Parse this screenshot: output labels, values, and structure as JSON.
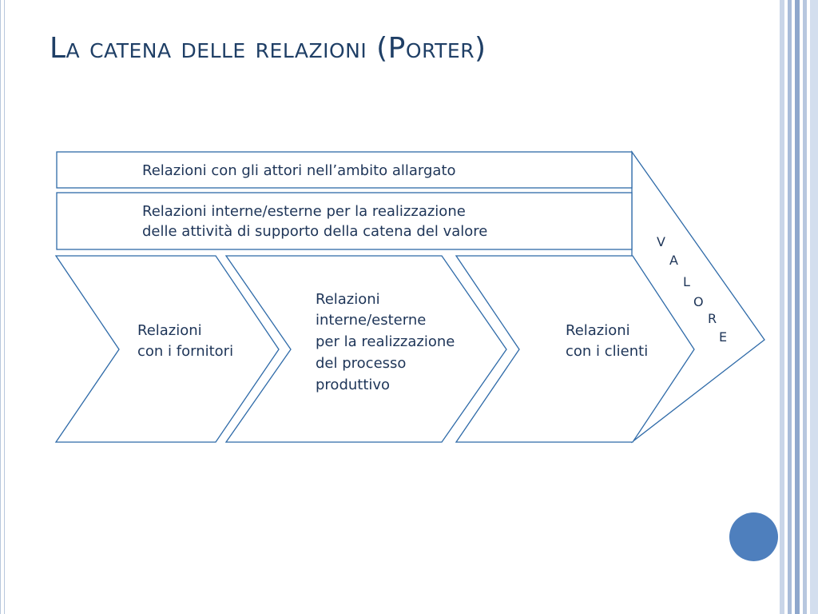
{
  "title": "La catena delle relazioni (Porter)",
  "diagram": {
    "band_top": "Relazioni con gli attori nell’ambito allargato",
    "band_support": [
      "Relazioni interne/esterne per la realizzazione",
      "delle attività di supporto della catena del valore"
    ],
    "chevrons": [
      {
        "lines": [
          "Relazioni",
          "con i fornitori"
        ]
      },
      {
        "lines": [
          "Relazioni",
          "interne/esterne",
          "per la realizzazione",
          "del processo",
          "produttivo"
        ]
      },
      {
        "lines": [
          "Relazioni",
          "con i clienti"
        ]
      }
    ],
    "value_letters": [
      "V",
      "A",
      "L",
      "O",
      "R",
      "E"
    ]
  },
  "colors": {
    "title": "#1f3f66",
    "outline": "#2e6aa8",
    "text": "#1e3558",
    "accent": "#4e7fbd"
  }
}
